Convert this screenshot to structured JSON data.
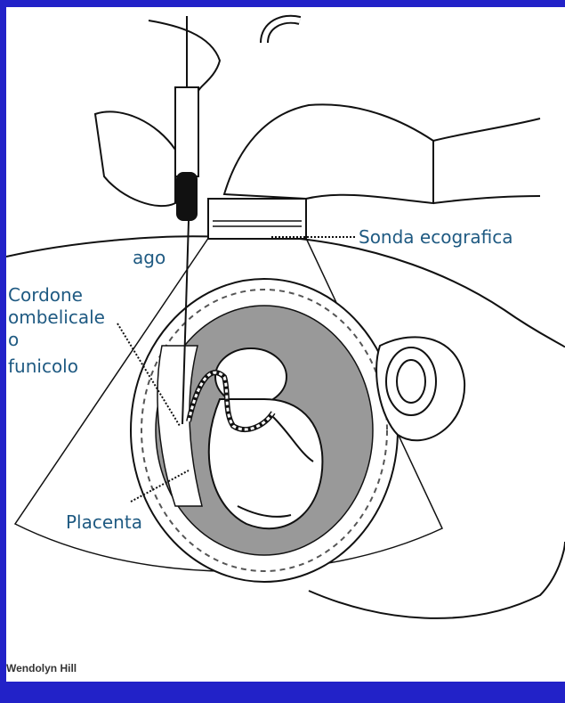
{
  "labels": {
    "probe": "Sonda ecografica",
    "needle": "ago",
    "cord_line1": "Cordone",
    "cord_line2": "ombelicale",
    "cord_line3": "o",
    "cord_line4": "funicolo",
    "placenta": "Placenta"
  },
  "credit": "Wendolyn Hill",
  "colors": {
    "background_border": "#2222c8",
    "label_text": "#1f5a82",
    "amniotic_fill": "#999999",
    "line": "#111111"
  }
}
